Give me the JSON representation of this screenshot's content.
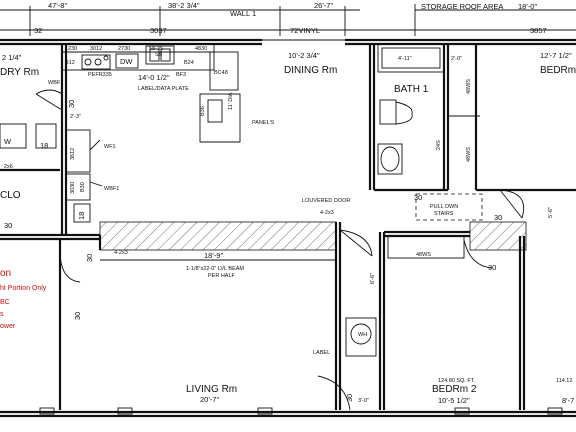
{
  "top_dims": [
    "47'-8\"",
    "38'-2 3/4\"",
    "WALL 1",
    "26'-7\"",
    "STORAGE ROOF AREA",
    "18'-0\""
  ],
  "top_numbers": [
    "32",
    "3037",
    "72VINYL",
    "3857"
  ],
  "rooms": {
    "laundry": "DRY Rm",
    "dining": "DINING Rm",
    "bath": "BATH 1",
    "bedroom_top": "BEDRm",
    "living": "LIVING Rm",
    "bedroom2": "BEDRm 2",
    "closet": "CLO"
  },
  "room_dims": {
    "laundry": "2 1/4\"",
    "kitchen": "14'-0 1/2\"",
    "dining": "10'-2 3/4\"",
    "bath": "4'-11\"",
    "bath_side": "2'-0\"",
    "bedroom_top": "12'-7 1/2\"",
    "living": "20'-7\"",
    "bedroom2": "10'-5 1/2\"",
    "bedroom2_sqft": "124.80 SQ. FT.",
    "bedroom_right": "8'-7",
    "bedroom_right_sqft": "114.12",
    "span": "18'-9\"",
    "beam": "1-1/8\"x22-0\" LVL BEAM",
    "beam_note": "PER HALF"
  },
  "kitchen_labels": [
    "1230",
    "3012",
    "2730",
    "58-35",
    "4830",
    "B12",
    "DW",
    "SB",
    "B24",
    "PEFR335",
    "BF3",
    "BC48",
    "LABEL/DATA PLATE",
    "B36",
    "11' DIA",
    "PANEL'S"
  ],
  "labels": {
    "wf1_a": "WBF1",
    "wf1_b": "WF1",
    "wf1_c": "WBF1",
    "dim_2_3": "2'-3\"",
    "n3612": "3612",
    "n3030": "3030",
    "b30": "B30",
    "n18": "18",
    "n18b": "18",
    "n30_1": "30",
    "n30_2": "30",
    "n30_3": "30",
    "n30_4": "30",
    "n30_5": "30",
    "n30_6": "30",
    "n30_7": "30",
    "n30_8": "30",
    "w": "W",
    "n2x6": "2x6",
    "n4_2x3a": "4-2x3",
    "n4_2x3b": "4-2x3",
    "louvered": "LOUVERED DOOR",
    "pull_down": "PULL DWN",
    "stairs": "STAIRS",
    "ws48a": "48WS",
    "ws48b": "48WS",
    "ws48c": "48WS",
    "ws24": "24S",
    "wh": "WH",
    "label": "LABEL",
    "dims_3_0": "3'-0\"",
    "dims_6_6": "6'-6\"",
    "dims_3_0b": "3'-0\"",
    "dims_2_6": "2x6",
    "dims_5": "5'-6\""
  },
  "side_notes": [
    "on",
    "ht Portion Only",
    "BC",
    "s",
    "ower"
  ]
}
